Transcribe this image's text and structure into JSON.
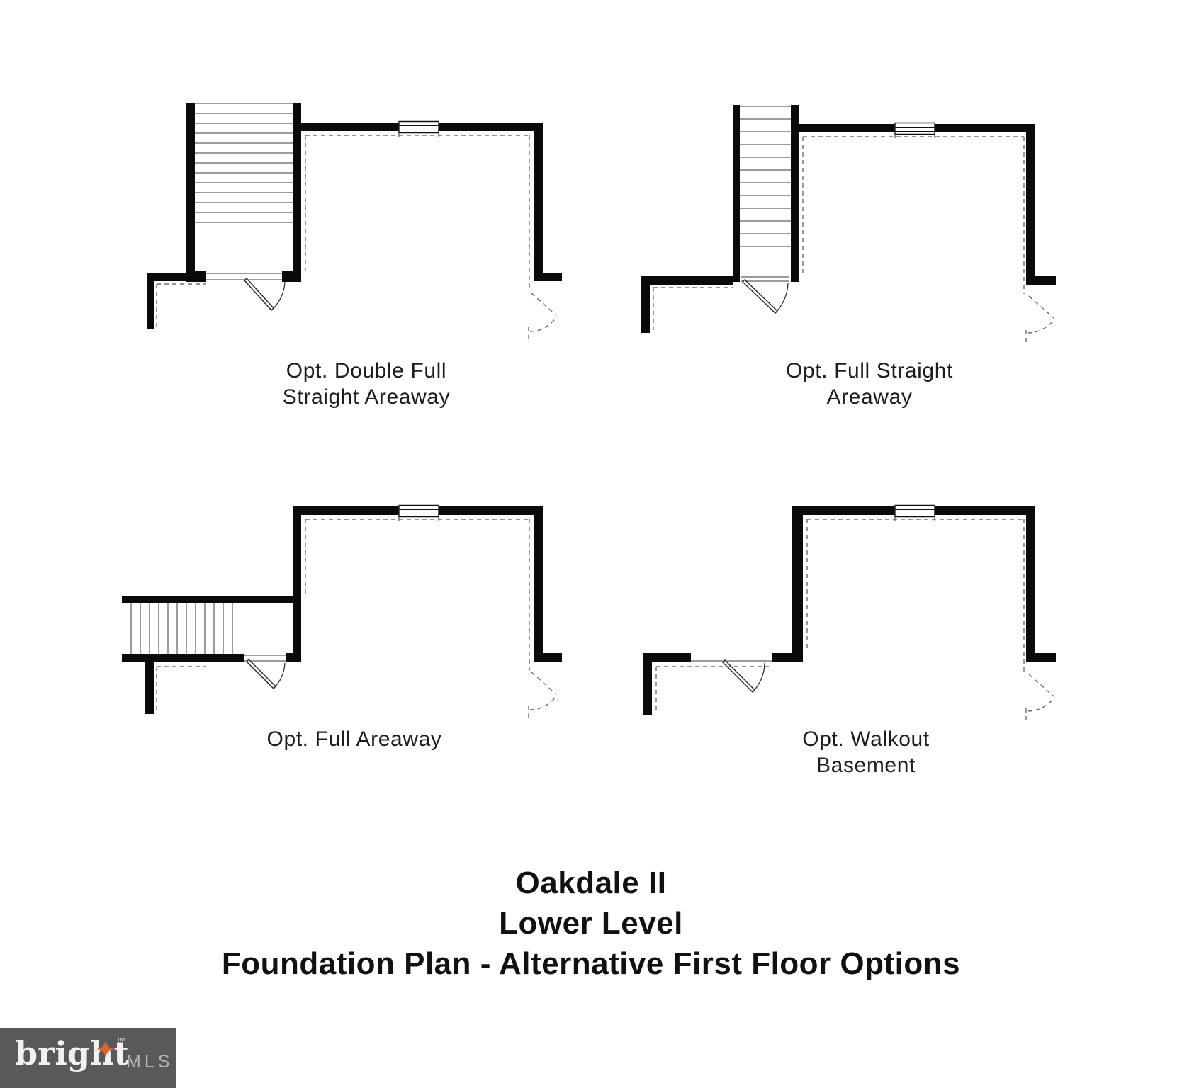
{
  "title": {
    "line1": "Oakdale II",
    "line2": "Lower Level",
    "line3": "Foundation Plan - Alternative First Floor Options"
  },
  "plans": [
    {
      "id": "double-full-straight-areaway",
      "label_line1": "Opt. Double Full",
      "label_line2": "Straight Areaway"
    },
    {
      "id": "full-straight-areaway",
      "label_line1": "Opt. Full Straight",
      "label_line2": "Areaway"
    },
    {
      "id": "full-areaway",
      "label_line1": "Opt. Full Areaway"
    },
    {
      "id": "walkout-basement",
      "label_line1": "Opt. Walkout",
      "label_line2": "Basement"
    }
  ],
  "logo": {
    "brand": "bright",
    "tm": "™",
    "suffix": "MLS",
    "background": "#58595B",
    "brand_color": "#F2F1EC",
    "suffix_color": "#B3B5B8",
    "star_color": "#E8622D"
  },
  "colors": {
    "wall": "#0a0a0a",
    "thin_line": "#3a3a3a",
    "dashed_line": "#555555",
    "label_text": "#1d1d1d",
    "title_text": "#111111",
    "background": "#ffffff"
  }
}
